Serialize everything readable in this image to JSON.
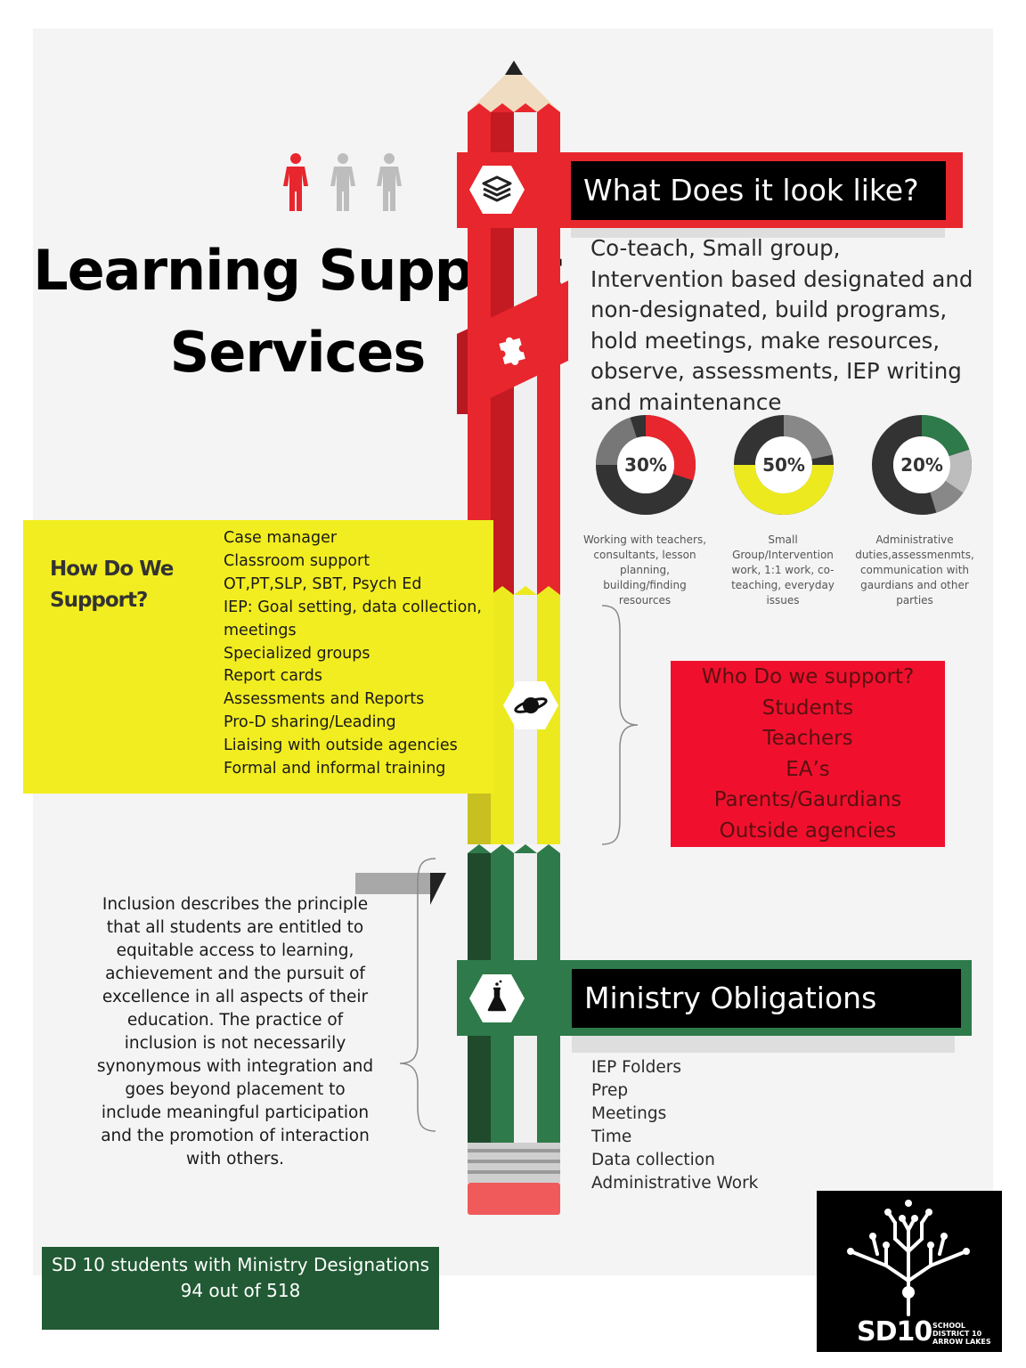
{
  "title": {
    "line1": "Learning Support",
    "line2": "Services"
  },
  "icons": {
    "people": "people-icon",
    "books": "stacked-books-icon",
    "puzzle": "puzzle-piece-icon",
    "planet": "planet-icon",
    "flask": "flask-icon",
    "logo": "tree-logo-icon"
  },
  "colors": {
    "red": "#e8262e",
    "yellow": "#f2ed20",
    "green": "#2e7a4a",
    "dark_green": "#215a34",
    "black": "#000000"
  },
  "what": {
    "heading": "What Does it look like?",
    "body": "Co-teach, Small group, Intervention based designated and non-designated, build programs, hold meetings, make resources, observe, assessments, IEP writing and maintenance"
  },
  "stats": [
    {
      "label": "30%",
      "value": 30,
      "caption": "Working with teachers, consultants, lesson planning, building/finding resources",
      "accent": "#e8262e"
    },
    {
      "label": "50%",
      "value": 50,
      "caption": "Small Group/Intervention work, 1:1 work, co-teaching, everyday issues",
      "accent": "#ecea1e"
    },
    {
      "label": "20%",
      "value": 20,
      "caption": "Administrative duties,assessmenmts, communication with gaurdians and other parties",
      "accent": "#2e7a4a"
    }
  ],
  "how": {
    "heading": "How Do We Support?",
    "items": [
      "Case manager",
      "Classroom support",
      "OT,PT,SLP, SBT, Psych Ed",
      "IEP: Goal setting, data collection, meetings",
      "Specialized groups",
      "Report cards",
      "Assessments and Reports",
      "Pro-D sharing/Leading",
      "Liaising with outside agencies",
      "Formal and informal training"
    ]
  },
  "who": {
    "heading": "Who Do we support?",
    "items": [
      "Students",
      "Teachers",
      "EA’s",
      "Parents/Gaurdians",
      "Outside agencies"
    ]
  },
  "inclusion": {
    "text": "Inclusion describes the principle that all students are entitled to equitable access to learning, achievement and the pursuit of excellence in all aspects of their education. The practice of inclusion is not necessarily synonymous with integration and goes beyond placement to include meaningful participation and the promotion of interaction with others."
  },
  "ministry": {
    "heading": "Ministry Obligations",
    "items": [
      "IEP Folders",
      "Prep",
      "Meetings",
      "Time",
      "Data collection",
      "Administrative Work"
    ]
  },
  "designations": {
    "line1": "SD 10 students with Ministry Designations",
    "line2": "94 out of 518"
  },
  "logo": {
    "mark": "SD10",
    "sub1": "SCHOOL",
    "sub2": "DISTRICT 10",
    "sub3": "ARROW LAKES"
  }
}
